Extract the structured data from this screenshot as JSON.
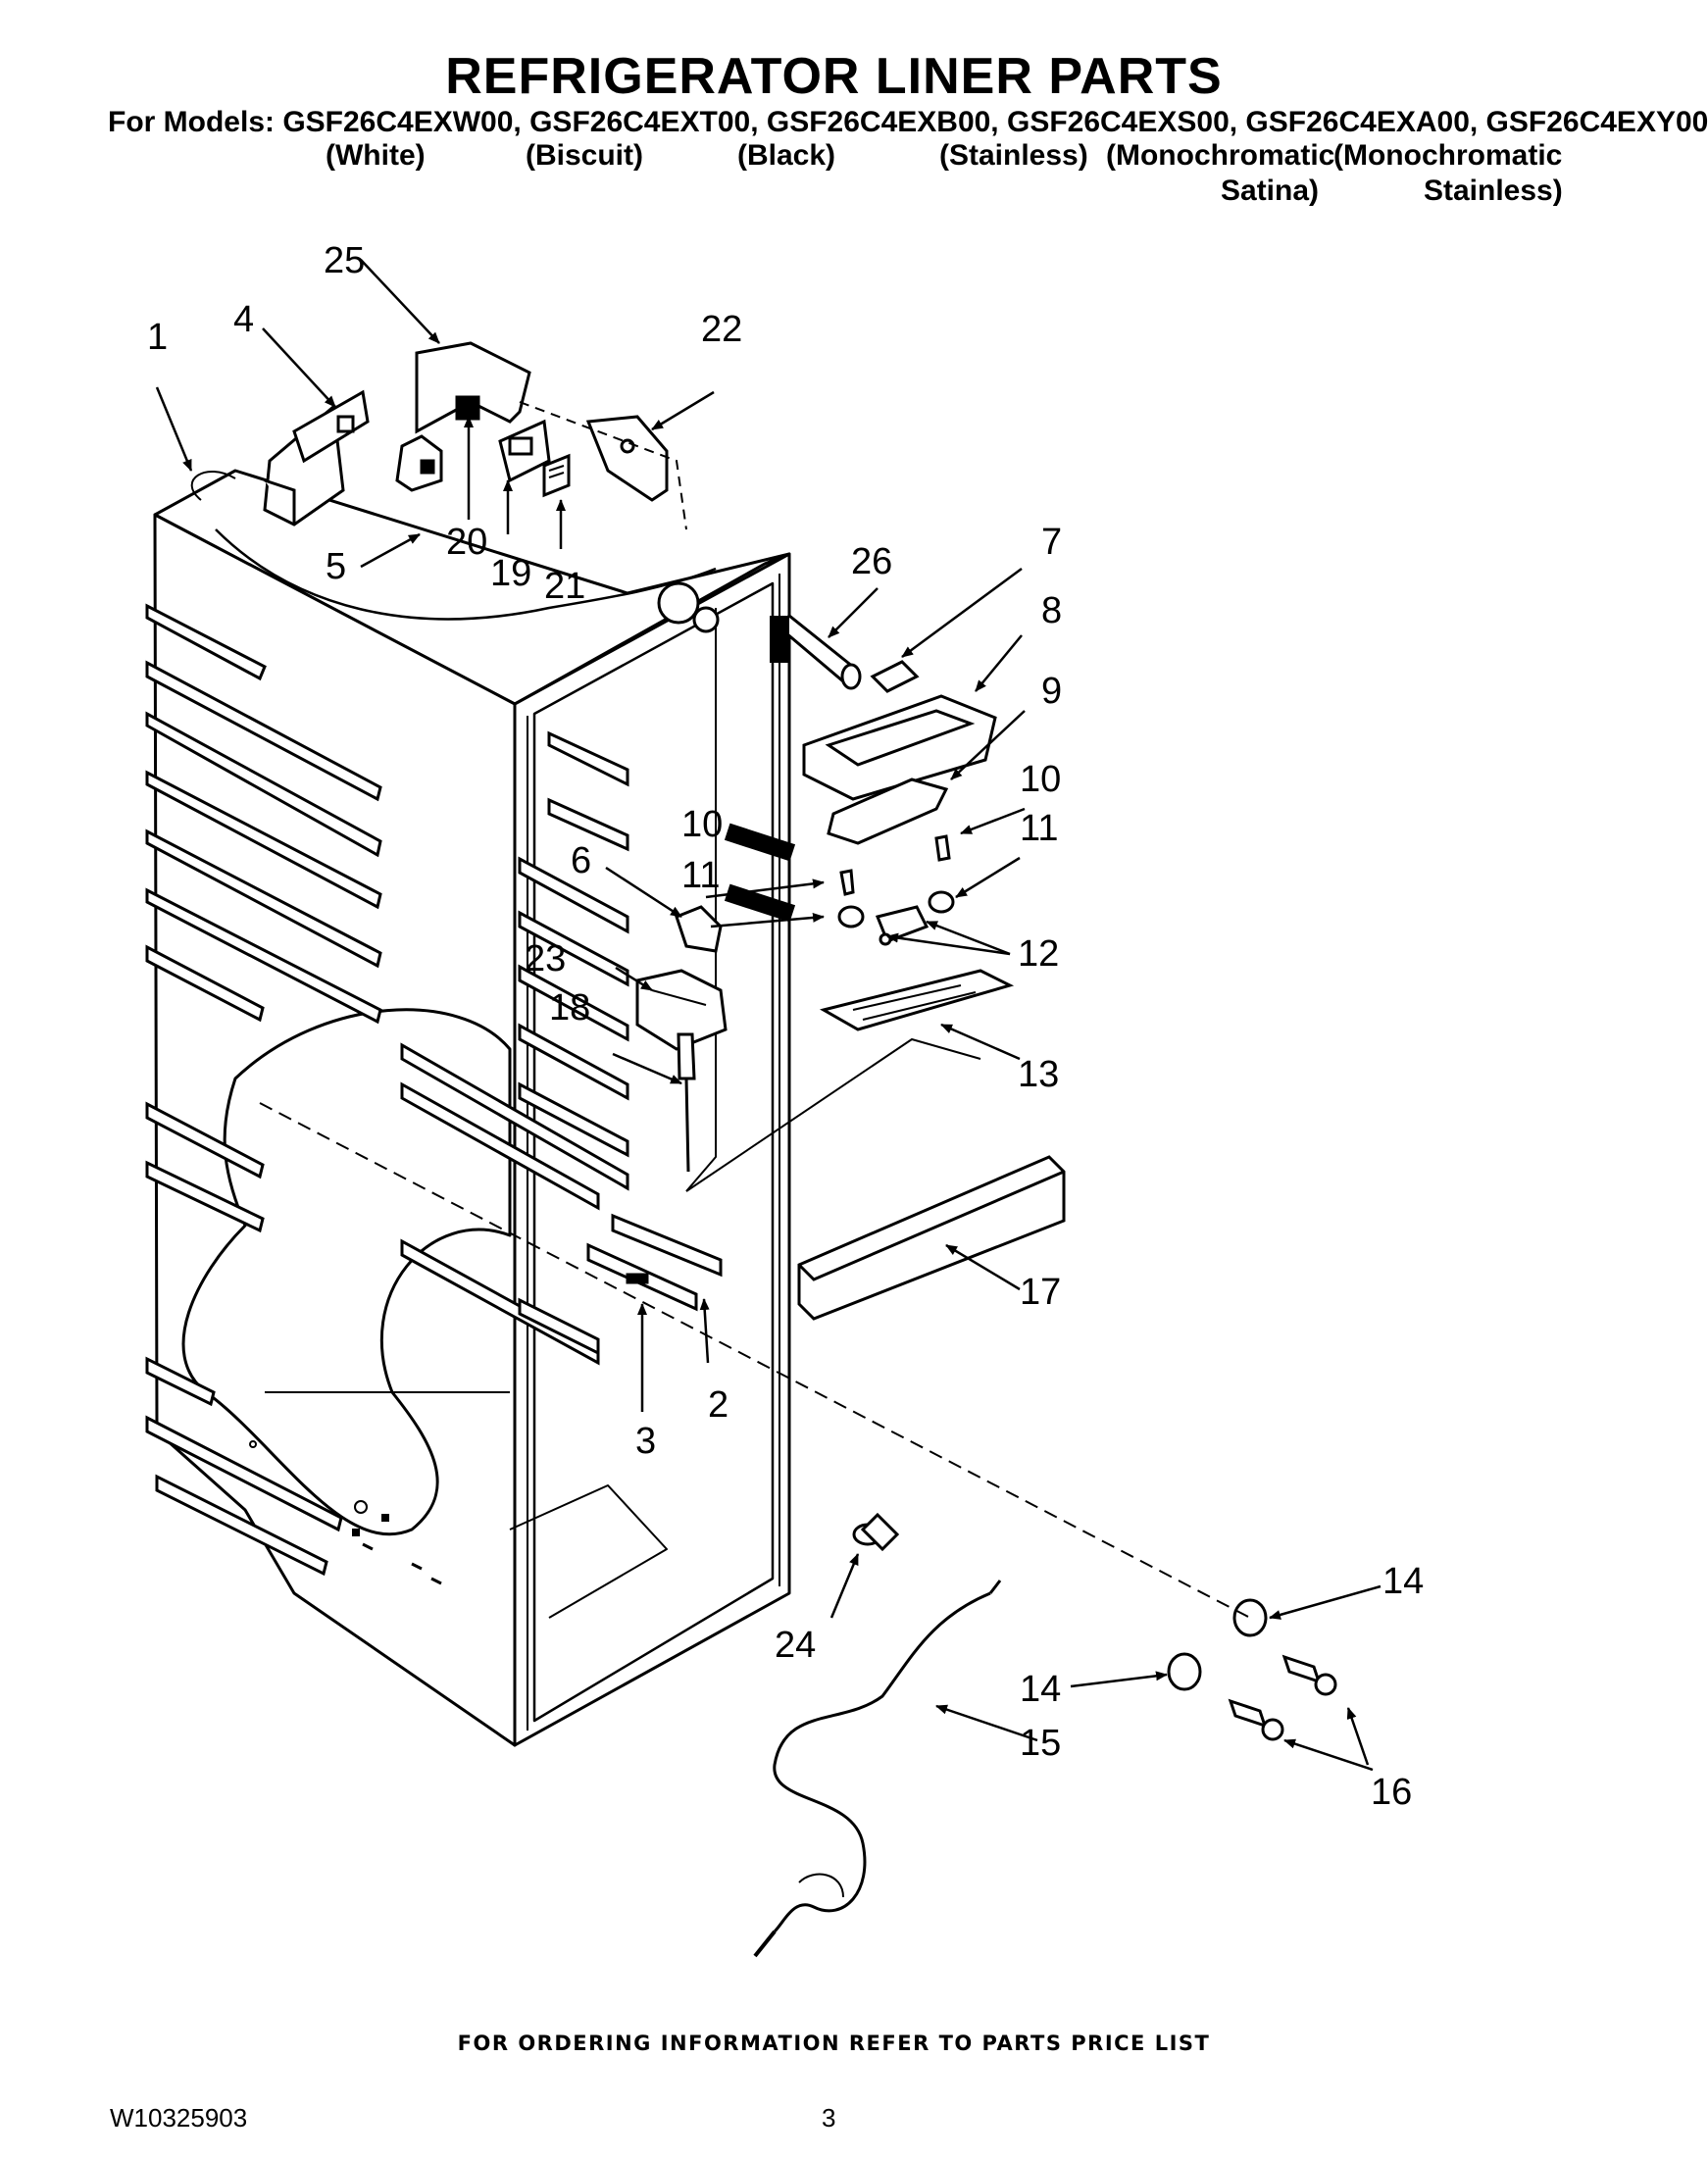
{
  "title": "REFRIGERATOR LINER PARTS",
  "models_line": "For Models: GSF26C4EXW00, GSF26C4EXT00, GSF26C4EXB00, GSF26C4EXS00, GSF26C4EXA00, GSF26C4EXY00",
  "variants": {
    "white": "(White)",
    "biscuit": "(Biscuit)",
    "black": "(Black)",
    "stainless": "(Stainless)",
    "mono_satina_1": "(Monochromatic",
    "mono_satina_2": "Satina)",
    "mono_stainless_1": "(Monochromatic",
    "mono_stainless_2": "Stainless)"
  },
  "callouts": {
    "c1": "1",
    "c2": "2",
    "c3": "3",
    "c4": "4",
    "c5": "5",
    "c6": "6",
    "c7": "7",
    "c8": "8",
    "c9": "9",
    "c10a": "10",
    "c10b": "10",
    "c11a": "11",
    "c11b": "11",
    "c12": "12",
    "c13": "13",
    "c14a": "14",
    "c14b": "14",
    "c15": "15",
    "c16": "16",
    "c17": "17",
    "c18": "18",
    "c19": "19",
    "c20": "20",
    "c21": "21",
    "c22": "22",
    "c23": "23",
    "c24": "24",
    "c25": "25",
    "c26": "26"
  },
  "footer": {
    "ordering": "FOR ORDERING INFORMATION REFER TO PARTS PRICE LIST",
    "doc_number": "W10325903",
    "page_number": "3"
  }
}
